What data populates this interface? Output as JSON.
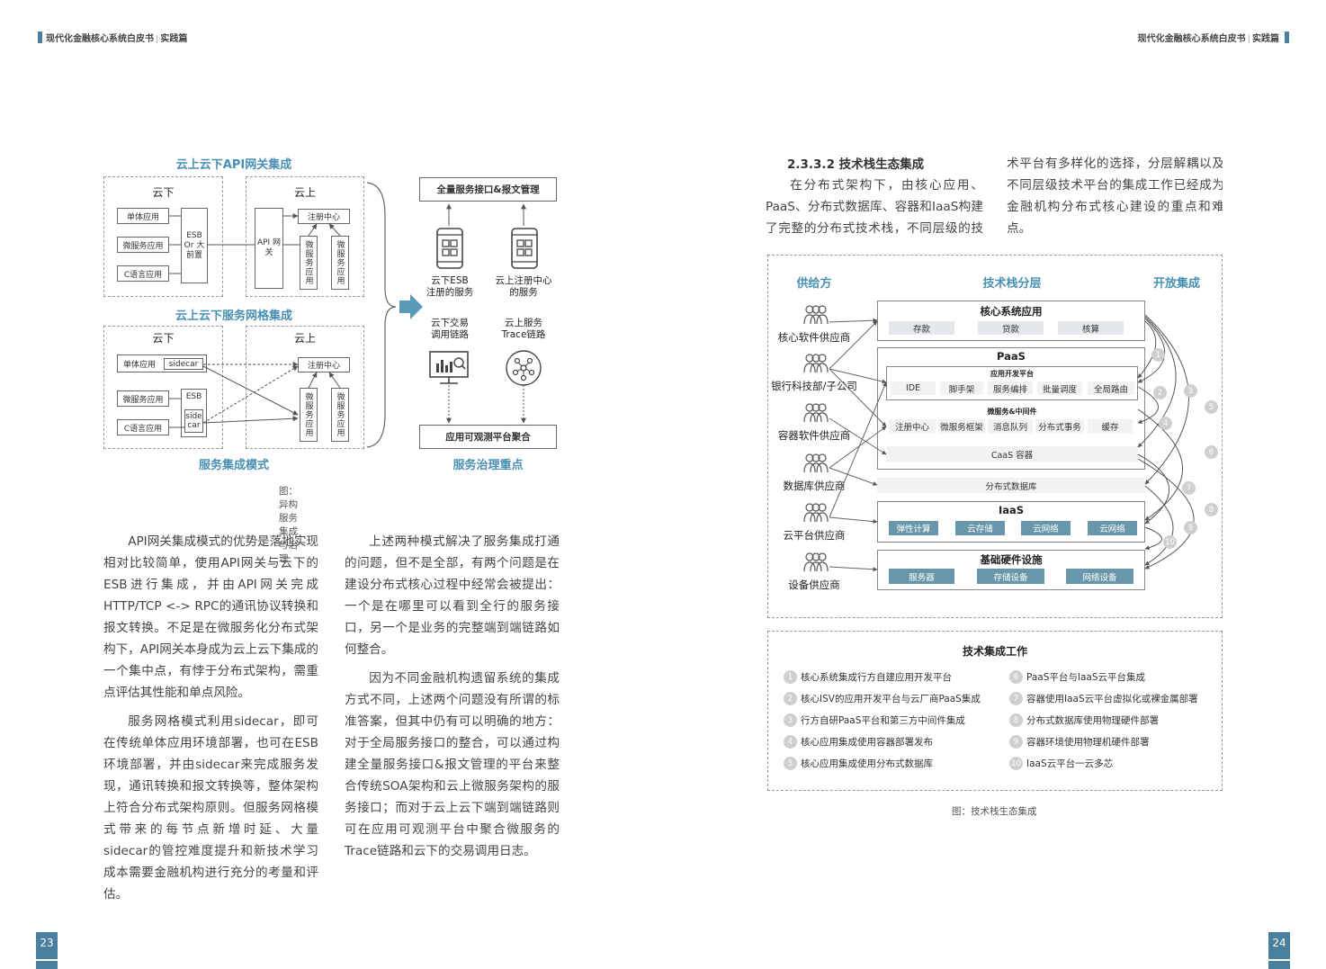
{
  "header": {
    "left": "现代化金融核心系统白皮书",
    "left_sep": "|",
    "left_sub": "实践篇",
    "right": "现代化金融核心系统白皮书",
    "right_sep": "|",
    "right_sub": "实践篇"
  },
  "page_numbers": {
    "left": "23",
    "right": "24"
  },
  "fig1": {
    "api_title": "云上云下API网关集成",
    "mesh_title": "云上云下服务网格集成",
    "mode_label": "服务集成模式",
    "focus_label": "服务治理重点",
    "cloud_down": "云下",
    "cloud_up": "云上",
    "mono_app": "单体应用",
    "micro_app": "微服务应用",
    "c_app": "C语言应用",
    "esb_front": "ESB Or 大前置",
    "api_gw": "API 网关",
    "registry": "注册中心",
    "micro_vertical": "微服务应用",
    "sidecar": "sidecar",
    "esb": "ESB",
    "side_car": "side car",
    "top_box": "全量服务接口&报文管理",
    "bottom_box": "应用可观测平台聚合",
    "esb_service": "云下ESB\n注册的服务",
    "cloud_registry": "云上注册中心\n的服务",
    "trade_chain": "云下交易\n调用链路",
    "trace_chain": "云上服务\nTrace链路",
    "caption": "图：异构服务集成与治理"
  },
  "left_text": {
    "col1_p1": "API网关集成模式的优势是落地实现相对比较简单，使用API网关与云下的ESB进行集成，并由API网关完成HTTP/TCP <-> RPC的通讯协议转换和报文转换。不足是在微服务化分布式架构下，API网关本身成为云上云下集成的一个集中点，有悖于分布式架构，需重点评估其性能和单点风险。",
    "col1_p2": "服务网格模式利用sidecar，即可在传统单体应用环境部署，也可在ESB环境部署，并由sidecar来完成服务发现，通讯转换和报文转换等，整体架构上符合分布式架构原则。但服务网格模式带来的每节点新增时延、大量sidecar的管控难度提升和新技术学习成本需要金融机构进行充分的考量和评估。",
    "col2_p1": "上述两种模式解决了服务集成打通的问题，但不是全部，有两个问题是在建设分布式核心过程中经常会被提出：一个是在哪里可以看到全行的服务接口，另一个是业务的完整端到端链路如何整合。",
    "col2_p2": "因为不同金融机构遗留系统的集成方式不同，上述两个问题没有所谓的标准答案，但其中仍有可以明确的地方：对于全局服务接口的整合，可以通过构建全量服务接口&报文管理的平台来整合传统SOA架构和云上微服务架构的服务接口；而对于云上云下端到端链路则可在应用可观测平台中聚合微服务的Trace链路和云下的交易调用日志。"
  },
  "right_text": {
    "section": "2.3.3.2 技术栈生态集成",
    "p1": "在分布式架构下，由核心应用、PaaS、分布式数据库、容器和IaaS构建了完整的分布式技术栈，不同层级的技术平台有多样化的选择，分层解耦以及不同层级技术平台的集成工作已经成为金融机构分布式核心建设的重点和难点。"
  },
  "fig2": {
    "col_supplier": "供给方",
    "col_stack": "技术栈分层",
    "col_open": "开放集成",
    "suppliers": [
      "核心软件供应商",
      "银行科技部/子公司",
      "容器软件供应商",
      "数据库供应商",
      "云平台供应商",
      "设备供应商"
    ],
    "core": {
      "title": "核心系统应用",
      "items": [
        "存款",
        "贷款",
        "核算"
      ]
    },
    "paas": {
      "title": "PaaS",
      "dev_title": "应用开发平台",
      "dev_items": [
        "IDE",
        "脚手架",
        "服务编排",
        "批量调度",
        "全局路由"
      ],
      "mw_title": "微服务&中间件",
      "mw_items": [
        "注册中心",
        "微服务框架",
        "消息队列",
        "分布式事务",
        "缓存"
      ],
      "caas": "CaaS 容器"
    },
    "db": "分布式数据库",
    "iaas": {
      "title": "IaaS",
      "items": [
        "弹性计算",
        "云存储",
        "云网络",
        "云网络"
      ]
    },
    "hw": {
      "title": "基础硬件设施",
      "items": [
        "服务器",
        "存储设备",
        "网络设备"
      ]
    },
    "numbers": [
      "1",
      "2",
      "3",
      "4",
      "5",
      "6",
      "7",
      "8",
      "9",
      "10"
    ],
    "work_title": "技术集成工作",
    "work_left": [
      {
        "n": "1",
        "t": "核心系统集成行方自建应用开发平台"
      },
      {
        "n": "2",
        "t": "核心ISV的应用开发平台与云厂商PaaS集成"
      },
      {
        "n": "3",
        "t": "行方自研PaaS平台和第三方中间件集成"
      },
      {
        "n": "4",
        "t": "核心应用集成使用容器部署发布"
      },
      {
        "n": "5",
        "t": "核心应用集成使用分布式数据库"
      }
    ],
    "work_right": [
      {
        "n": "6",
        "t": "PaaS平台与IaaS云平台集成"
      },
      {
        "n": "7",
        "t": "容器使用IaaS云平台虚拟化或裸金属部署"
      },
      {
        "n": "8",
        "t": "分布式数据库使用物理硬件部署"
      },
      {
        "n": "9",
        "t": "容器环境使用物理机硬件部署"
      },
      {
        "n": "10",
        "t": "IaaS云平台一云多芯"
      }
    ],
    "caption": "图：技术栈生态集成"
  },
  "colors": {
    "accent": "#4a7f9e",
    "title_blue": "#4a90b3",
    "chip_blue": "#6896aa"
  }
}
